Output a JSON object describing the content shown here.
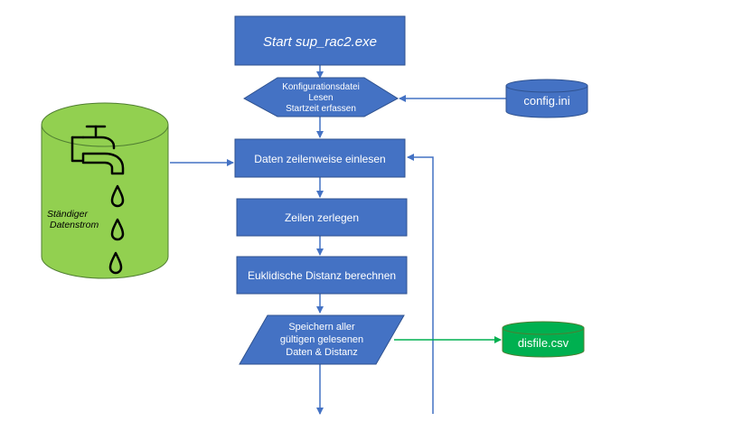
{
  "colors": {
    "process_fill": "#4472C4",
    "process_stroke": "#2F528F",
    "stream_fill": "#92D050",
    "stream_stroke": "#507E32",
    "output_fill": "#00B050",
    "arrow_blue": "#4472C4",
    "arrow_green": "#00B050",
    "label_color": "#ffffff",
    "note_color": "#000000"
  },
  "flow": {
    "start": "Start sup_rac2.exe",
    "config_step": [
      "Konfigurationsdatei",
      "Lesen",
      "Startzeit erfassen"
    ],
    "read_lines": "Daten zeilenweise einlesen",
    "split_lines": "Zeilen zerlegen",
    "euclid": "Euklidische Distanz berechnen",
    "store": [
      "Speichern aller",
      "gültigen gelesenen",
      "Daten & Distanz"
    ]
  },
  "datastores": {
    "config": "config.ini",
    "output": "disfile.csv"
  },
  "stream": {
    "label": [
      "Ständiger",
      "Datenstrom"
    ],
    "icon": "water-tap-icon"
  }
}
